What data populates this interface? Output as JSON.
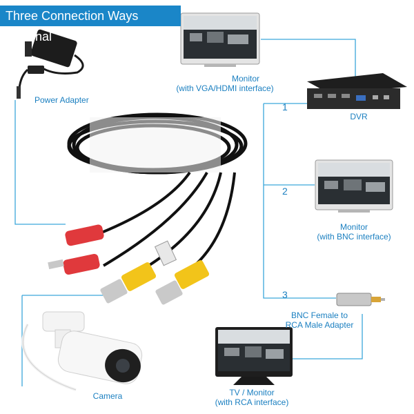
{
  "banner": {
    "title": "Three Connection Ways Optional"
  },
  "labels": {
    "monitor_vga_line1": "Monitor",
    "monitor_vga_line2": "(with VGA/HDMI interface)",
    "power_adapter": "Power Adapter",
    "dvr": "DVR",
    "monitor_bnc_line1": "Monitor",
    "monitor_bnc_line2": "(with BNC interface)",
    "adapter_line1": "BNC Female to",
    "adapter_line2": "RCA Male Adapter",
    "tv_line1": "TV / Monitor",
    "tv_line2": "(with RCA interface)",
    "camera": "Camera"
  },
  "numbers": {
    "one": "1",
    "two": "2",
    "three": "3"
  },
  "colors": {
    "accent": "#1a86c8",
    "connector_line": "#3aa6da",
    "label_text": "#1a7fc0",
    "bnc_yellow": "#f2c41a",
    "power_red": "#e0393c"
  }
}
